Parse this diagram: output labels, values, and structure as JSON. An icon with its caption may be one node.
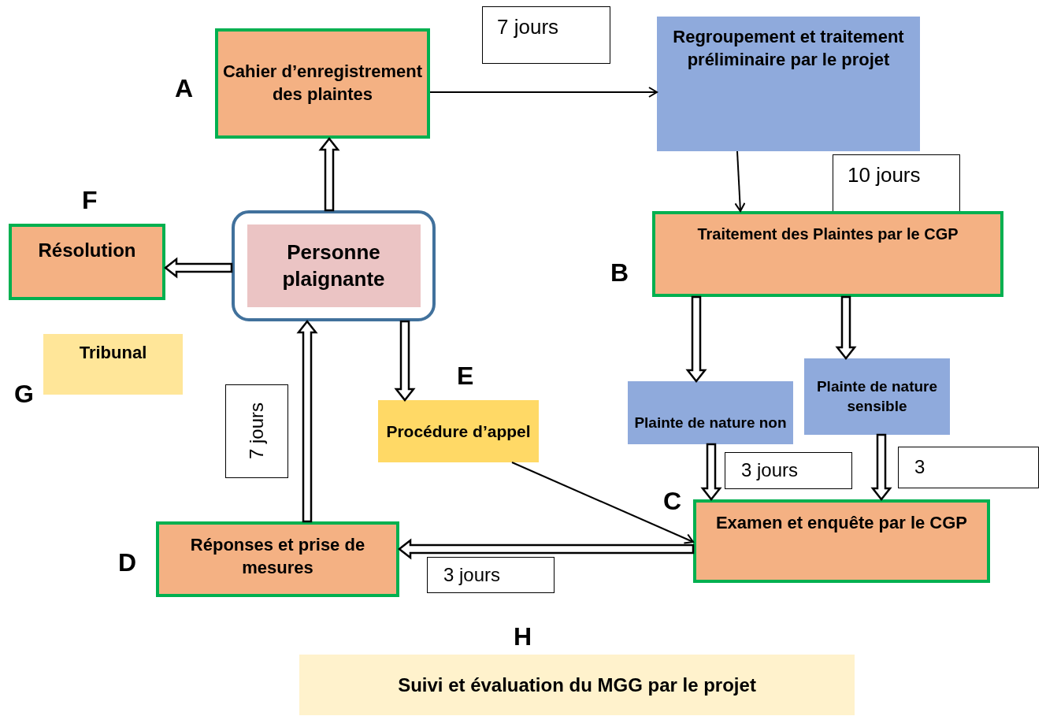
{
  "diagram": {
    "nodes": [
      {
        "text": [
          "Cahier d’enregistrement des plaintes"
        ]
      },
      {
        "text": [
          "7 jours"
        ]
      },
      {
        "text": [
          "Regroupement et traitement préliminaire par le projet"
        ]
      },
      {
        "text": [
          "10 jours"
        ]
      },
      {
        "text": [
          "Traitement des Plaintes par le CGP"
        ]
      },
      {
        "text": [
          "Résolution"
        ]
      },
      {
        "text": [
          "Personne plaignante"
        ]
      },
      {
        "text": [
          "Tribunal"
        ]
      },
      {
        "text": [
          "7 jours"
        ]
      },
      {
        "text": [
          "Procédure d’appel"
        ]
      },
      {
        "text": [
          "Plainte de nature non"
        ]
      },
      {
        "text": [
          "Plainte de nature sensible"
        ]
      },
      {
        "text": [
          "3 jours"
        ]
      },
      {
        "text": [
          "3"
        ]
      },
      {
        "text": [
          "Examen et enquête par le CGP"
        ]
      },
      {
        "text": [
          "Réponses et prise de mesures"
        ]
      },
      {
        "text": [
          "3 jours"
        ]
      },
      {
        "text": [
          "Suivi et évaluation du MGG par le projet"
        ]
      }
    ],
    "edges": [
      {
        "from": 6,
        "to": 0,
        "arrow": "to",
        "style": "thick"
      },
      {
        "from": 0,
        "to": 2,
        "arrow": "to"
      },
      {
        "from": 2,
        "to": 4,
        "arrow": "to"
      },
      {
        "from": 6,
        "to": 5,
        "arrow": "to",
        "style": "thick"
      },
      {
        "from": 6,
        "to": 9,
        "arrow": "to",
        "style": "thick"
      },
      {
        "from": 4,
        "to": 10,
        "arrow": "to",
        "style": "thick"
      },
      {
        "from": 4,
        "to": 11,
        "arrow": "to",
        "style": "thick"
      },
      {
        "from": 10,
        "to": 14,
        "arrow": "to",
        "style": "thick"
      },
      {
        "from": 11,
        "to": 14,
        "arrow": "to",
        "style": "thick"
      },
      {
        "from": 9,
        "to": 14,
        "arrow": "to"
      },
      {
        "from": 14,
        "to": 15,
        "arrow": "to",
        "style": "thick"
      },
      {
        "from": 15,
        "to": 6,
        "arrow": "to",
        "style": "thick"
      }
    ],
    "labels": [
      "A",
      "F",
      "B",
      "G",
      "E",
      "C",
      "D",
      "H"
    ]
  }
}
